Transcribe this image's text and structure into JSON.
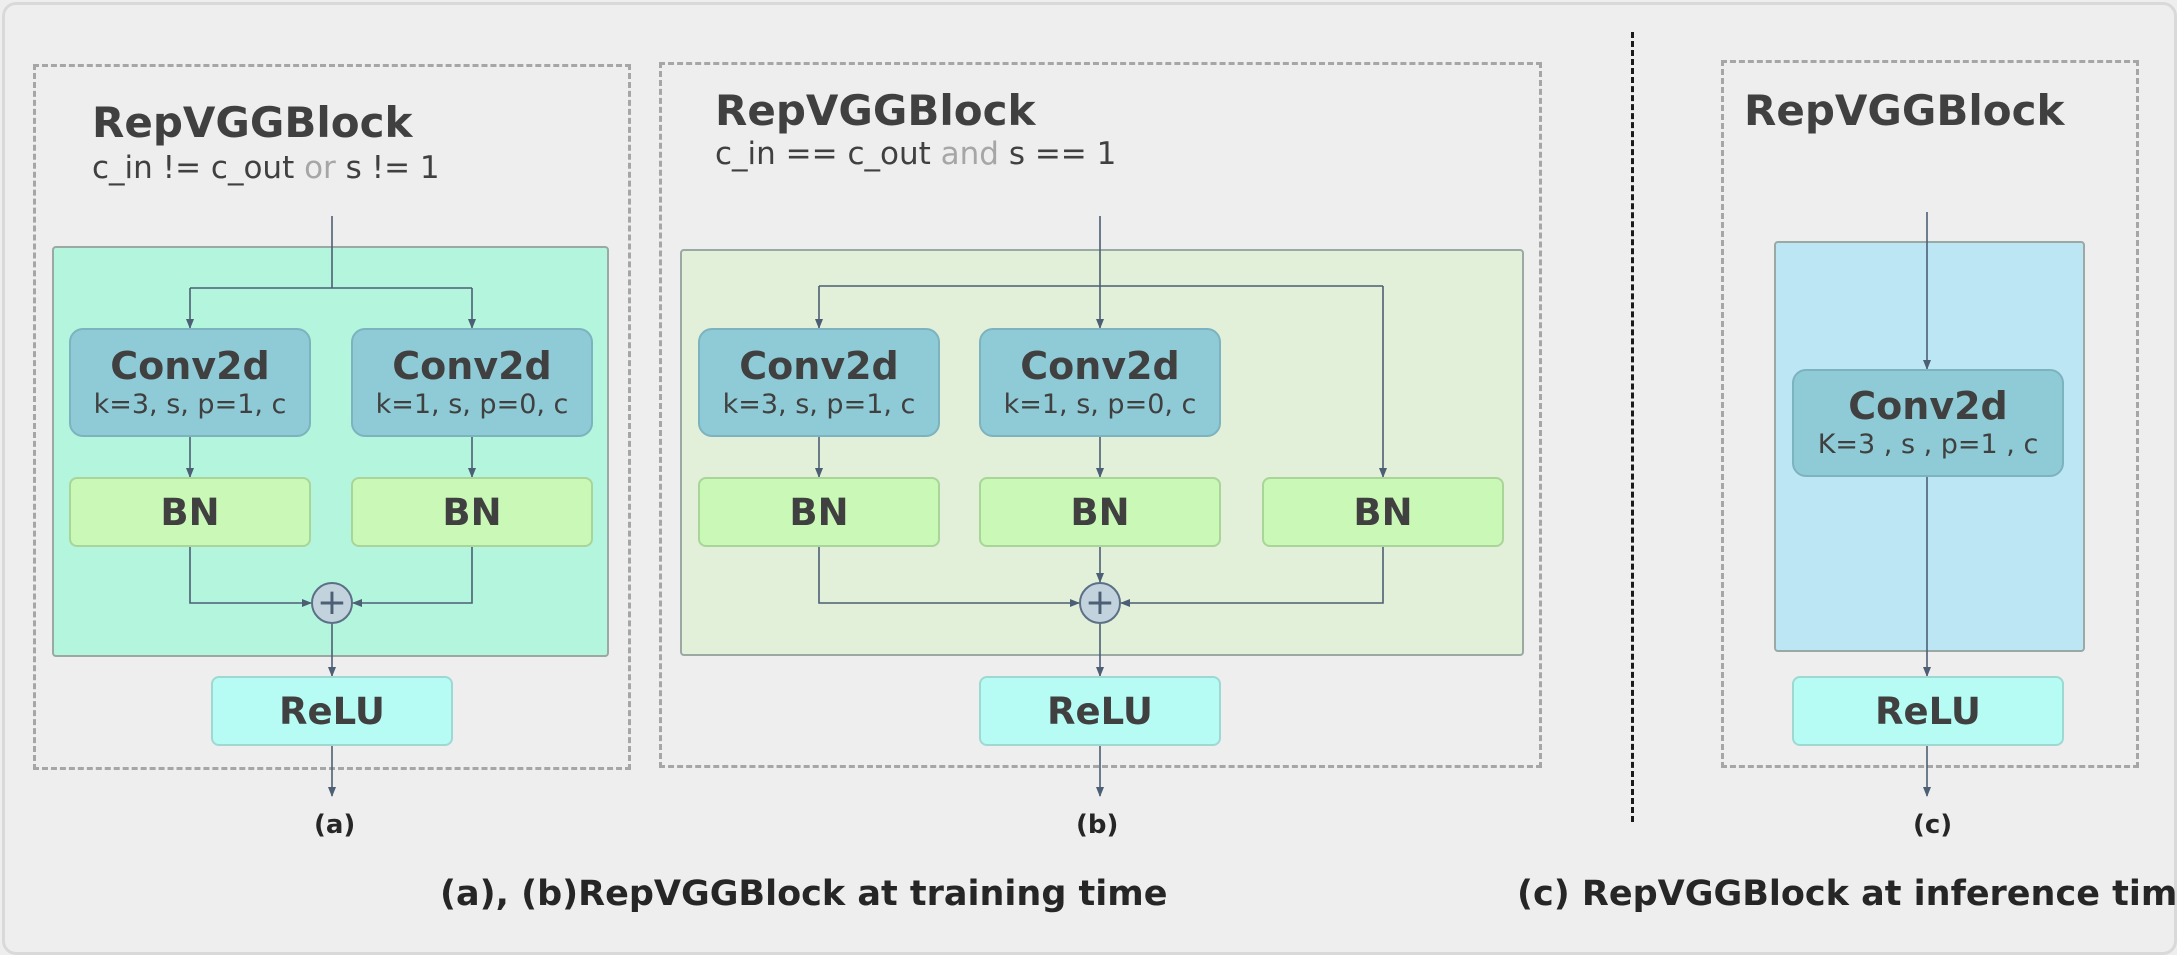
{
  "panels": {
    "a": {
      "title": "RepVGGBlock",
      "cond_part1": "c_in != c_out ",
      "cond_op": "or",
      "cond_part2": " s != 1",
      "conv1": {
        "name": "Conv2d",
        "params": "k=3, s, p=1, c"
      },
      "conv2": {
        "name": "Conv2d",
        "params": "k=1, s, p=0, c"
      },
      "bn": "BN",
      "relu": "ReLU",
      "label": "(a)"
    },
    "b": {
      "title": "RepVGGBlock",
      "cond_part1": "c_in == c_out ",
      "cond_op": "and",
      "cond_part2": " s == 1",
      "conv1": {
        "name": "Conv2d",
        "params": "k=3, s, p=1, c"
      },
      "conv2": {
        "name": "Conv2d",
        "params": "k=1, s, p=0, c"
      },
      "bn": "BN",
      "relu": "ReLU",
      "label": "(b)"
    },
    "c": {
      "title": "RepVGGBlock",
      "conv": {
        "name": "Conv2d",
        "params": "K=3 , s , p=1 , c"
      },
      "relu": "ReLU",
      "label": "(c)"
    }
  },
  "plus_symbol": "+",
  "captions": {
    "training": "(a), (b)RepVGGBlock at training time",
    "inference": "(c) RepVGGBlock at inference time"
  },
  "colors": {
    "conv": "#8ecbd6",
    "bn": "#c9f8b7",
    "relu": "#b6fcf5",
    "region_a": "#b3f5dd",
    "region_b": "#e2efd9",
    "region_c": "#bde6f5",
    "arrow": "#4d5f74"
  }
}
